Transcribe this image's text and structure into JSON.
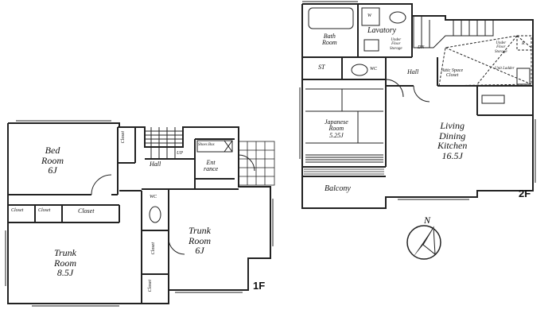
{
  "floor1": {
    "label": "1F",
    "bed_room": {
      "name": "Bed\nRoom",
      "size": "6J"
    },
    "trunk_room_left": {
      "name": "Trunk\nRoom",
      "size": "8.5J"
    },
    "trunk_room_right": {
      "name": "Trunk\nRoom",
      "size": "6J"
    },
    "hall": "Hall",
    "wc": "WC",
    "up": "UP",
    "shoes_box": "Shoes Box",
    "entrance": "Ent\nrance",
    "closet_bed": "Closet",
    "closet_small_1": "Closet",
    "closet_small_2": "Closet",
    "closet_long": "Closet",
    "closet_vertical": "Closet",
    "closet_bottom": "Closet"
  },
  "floor2": {
    "label": "2F",
    "bath_room": "Bath\nRoom",
    "lavatory": "Lavatory",
    "w": "W",
    "under_floor_storage_1": "Under\nFloor\nStorage",
    "under_floor_storage_2": "Under\nFloor\nStorage",
    "dn": "DN",
    "st": "ST",
    "wc": "WC",
    "hall": "Hall",
    "attic_space_closet": "Attic Space\nCloset",
    "unit_ladder": "Unit Ladder",
    "r": "R",
    "japanese_room": {
      "name": "Japanese\nRoom",
      "size": "5.25J"
    },
    "ldk": {
      "name": "Living\nDining\nKitchen",
      "size": "16.5J"
    },
    "balcony": "Balcony"
  },
  "compass": {
    "label": "N"
  }
}
